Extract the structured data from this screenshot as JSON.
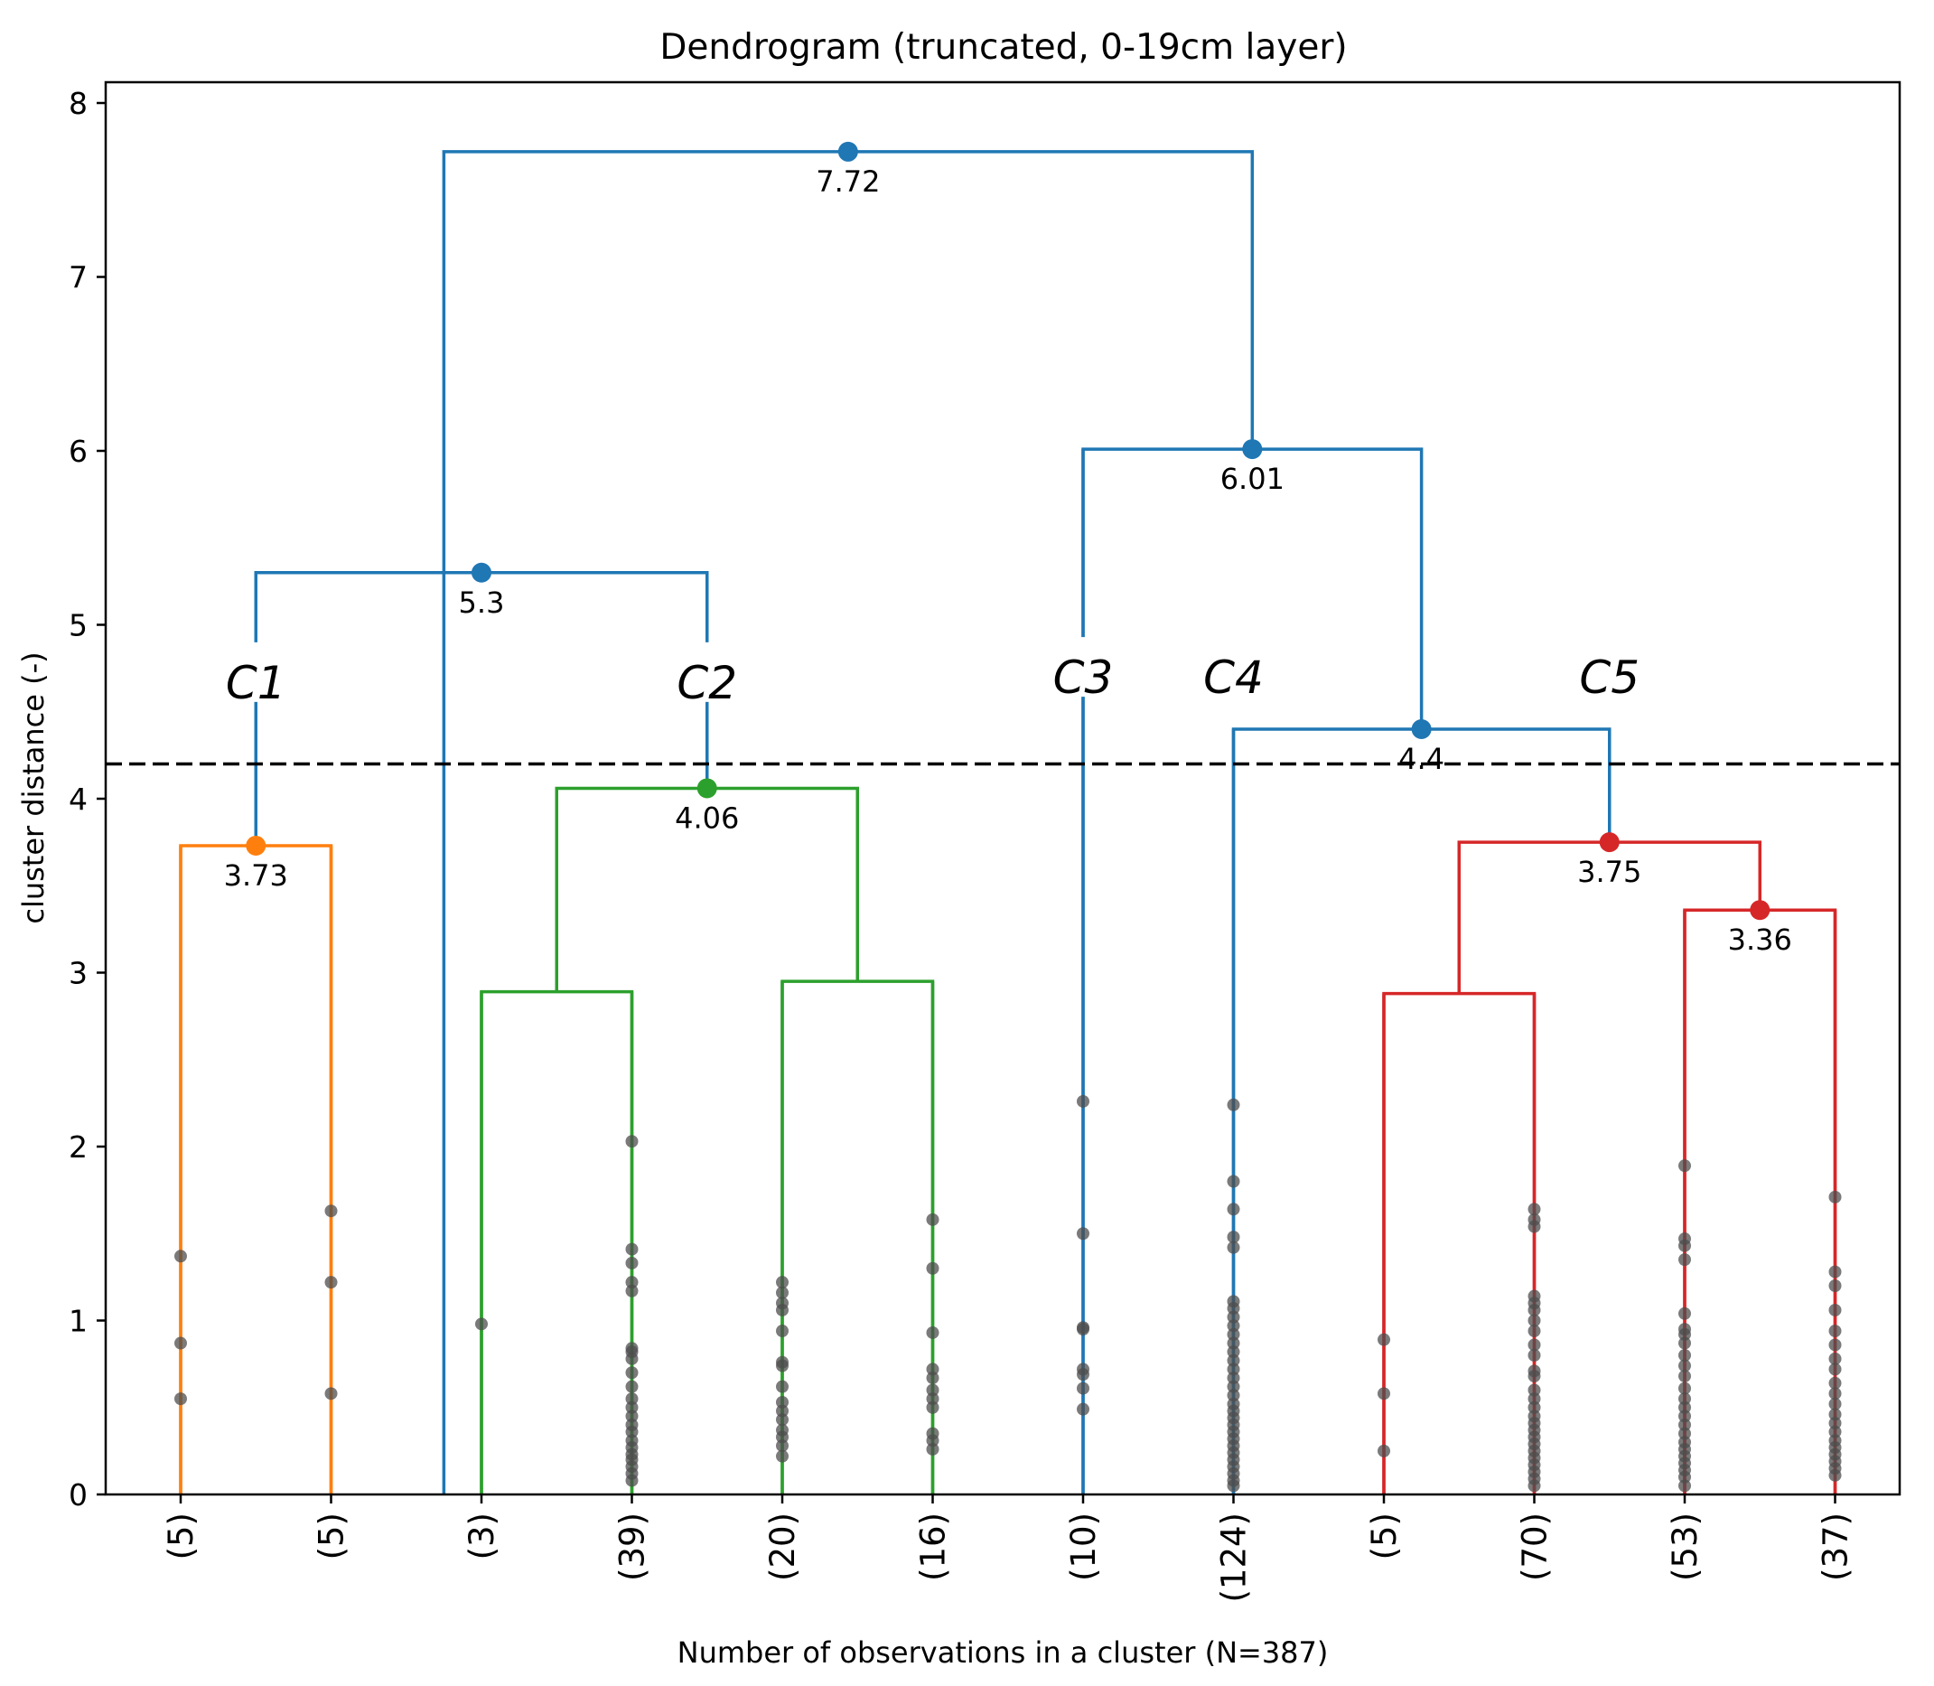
{
  "chart_data": {
    "type": "dendrogram",
    "title": "Dendrogram (truncated, 0-19cm layer)",
    "xlabel": "Number of observations in a cluster (N=387)",
    "ylabel": "cluster distance (-)",
    "ylim": [
      0,
      8.1
    ],
    "yticks": [
      0,
      1,
      2,
      3,
      4,
      5,
      6,
      7,
      8
    ],
    "grid": false,
    "cut_threshold": 4.2,
    "leaves": [
      "(5)",
      "(5)",
      "(3)",
      "(39)",
      "(20)",
      "(16)",
      "(10)",
      "(124)",
      "(5)",
      "(70)",
      "(53)",
      "(37)"
    ],
    "links": [
      {
        "a": 0,
        "b": 1,
        "height": 3.73,
        "color": "#ff7f0e",
        "label": "3.73",
        "marker": true
      },
      {
        "a": 2,
        "b": 3,
        "height": 2.89,
        "color": "#2ca02c"
      },
      {
        "a": 4,
        "b": 5,
        "height": 2.95,
        "color": "#2ca02c"
      },
      {
        "a": 2.5,
        "b": 4.5,
        "height": 4.06,
        "color": "#2ca02c",
        "label": "4.06",
        "marker": true
      },
      {
        "a": 0.5,
        "b": 3.5,
        "height": 5.3,
        "color": "#1f77b4",
        "label": "5.3",
        "marker": true
      },
      {
        "a": 8,
        "b": 9,
        "height": 2.88,
        "color": "#d62728"
      },
      {
        "a": 10,
        "b": 11,
        "height": 3.36,
        "color": "#d62728",
        "label": "3.36",
        "marker": true
      },
      {
        "a": 8.5,
        "b": 10.5,
        "height": 3.75,
        "color": "#d62728",
        "label": "3.75",
        "marker": true
      },
      {
        "a": 7,
        "b": 9.5,
        "height": 4.4,
        "color": "#1f77b4",
        "label": "4.4",
        "marker": true
      },
      {
        "a": 6,
        "b": 8.25,
        "height": 6.01,
        "color": "#1f77b4",
        "label": "6.01",
        "marker": true
      },
      {
        "a": 1.75,
        "b": 7.125,
        "height": 7.72,
        "color": "#1f77b4",
        "label": "7.72",
        "marker": true
      }
    ],
    "leaf_lines": [
      {
        "leaf": 0,
        "color": "#ff7f0e"
      },
      {
        "leaf": 1,
        "color": "#ff7f0e"
      },
      {
        "leaf": 2,
        "color": "#2ca02c"
      },
      {
        "leaf": 3,
        "color": "#2ca02c"
      },
      {
        "leaf": 4,
        "color": "#2ca02c"
      },
      {
        "leaf": 5,
        "color": "#2ca02c"
      },
      {
        "leaf": 6,
        "color": "#1f77b4"
      },
      {
        "leaf": 7,
        "color": "#1f77b4"
      },
      {
        "leaf": 8,
        "color": "#d62728"
      },
      {
        "leaf": 9,
        "color": "#d62728"
      },
      {
        "leaf": 10,
        "color": "#d62728"
      },
      {
        "leaf": 11,
        "color": "#d62728"
      }
    ],
    "cluster_labels": [
      {
        "text": "C1",
        "x": 0.5,
        "y": 4.65
      },
      {
        "text": "C2",
        "x": 3.5,
        "y": 4.65
      },
      {
        "text": "C3",
        "x": 6.0,
        "y": 4.68
      },
      {
        "text": "C4",
        "x": 7.0,
        "y": 4.68
      },
      {
        "text": "C5",
        "x": 9.5,
        "y": 4.68
      }
    ],
    "observation_points": [
      {
        "leaf": 0,
        "values": [
          1.37,
          0.87,
          0.55
        ]
      },
      {
        "leaf": 1,
        "values": [
          1.63,
          1.22,
          0.58
        ]
      },
      {
        "leaf": 2,
        "values": [
          0.98
        ]
      },
      {
        "leaf": 3,
        "values": [
          2.03,
          1.41,
          1.33,
          1.22,
          1.17,
          0.84,
          0.82,
          0.78,
          0.7,
          0.62,
          0.55,
          0.5,
          0.45,
          0.4,
          0.36,
          0.31,
          0.27,
          0.23,
          0.2,
          0.16,
          0.12,
          0.08
        ]
      },
      {
        "leaf": 4,
        "values": [
          1.22,
          1.16,
          1.1,
          1.06,
          0.94,
          0.76,
          0.74,
          0.62,
          0.53,
          0.48,
          0.43,
          0.37,
          0.33,
          0.28,
          0.22
        ]
      },
      {
        "leaf": 5,
        "values": [
          1.58,
          1.3,
          0.93,
          0.72,
          0.67,
          0.6,
          0.55,
          0.5,
          0.35,
          0.31,
          0.26
        ]
      },
      {
        "leaf": 6,
        "values": [
          2.26,
          1.5,
          0.96,
          0.95,
          0.72,
          0.69,
          0.61,
          0.49
        ]
      },
      {
        "leaf": 7,
        "values": [
          2.24,
          1.8,
          1.64,
          1.48,
          1.42,
          1.11,
          1.07,
          1.02,
          0.97,
          0.92,
          0.87,
          0.82,
          0.77,
          0.72,
          0.67,
          0.62,
          0.57,
          0.52,
          0.48,
          0.44,
          0.4,
          0.36,
          0.32,
          0.28,
          0.24,
          0.2,
          0.16,
          0.12,
          0.08,
          0.05
        ]
      },
      {
        "leaf": 8,
        "values": [
          0.89,
          0.58,
          0.25
        ]
      },
      {
        "leaf": 9,
        "values": [
          1.64,
          1.58,
          1.54,
          1.14,
          1.1,
          1.06,
          1.0,
          0.94,
          0.86,
          0.8,
          0.71,
          0.68,
          0.6,
          0.55,
          0.5,
          0.45,
          0.41,
          0.37,
          0.33,
          0.29,
          0.25,
          0.21,
          0.17,
          0.13,
          0.09,
          0.05
        ]
      },
      {
        "leaf": 10,
        "values": [
          1.89,
          1.47,
          1.43,
          1.35,
          1.04,
          0.95,
          0.92,
          0.87,
          0.8,
          0.74,
          0.68,
          0.61,
          0.55,
          0.5,
          0.45,
          0.4,
          0.35,
          0.3,
          0.26,
          0.22,
          0.18,
          0.14,
          0.1,
          0.05
        ]
      },
      {
        "leaf": 11,
        "values": [
          1.71,
          1.28,
          1.2,
          1.06,
          0.94,
          0.86,
          0.78,
          0.72,
          0.64,
          0.58,
          0.52,
          0.46,
          0.41,
          0.36,
          0.31,
          0.27,
          0.23,
          0.19,
          0.15,
          0.11
        ]
      }
    ]
  }
}
